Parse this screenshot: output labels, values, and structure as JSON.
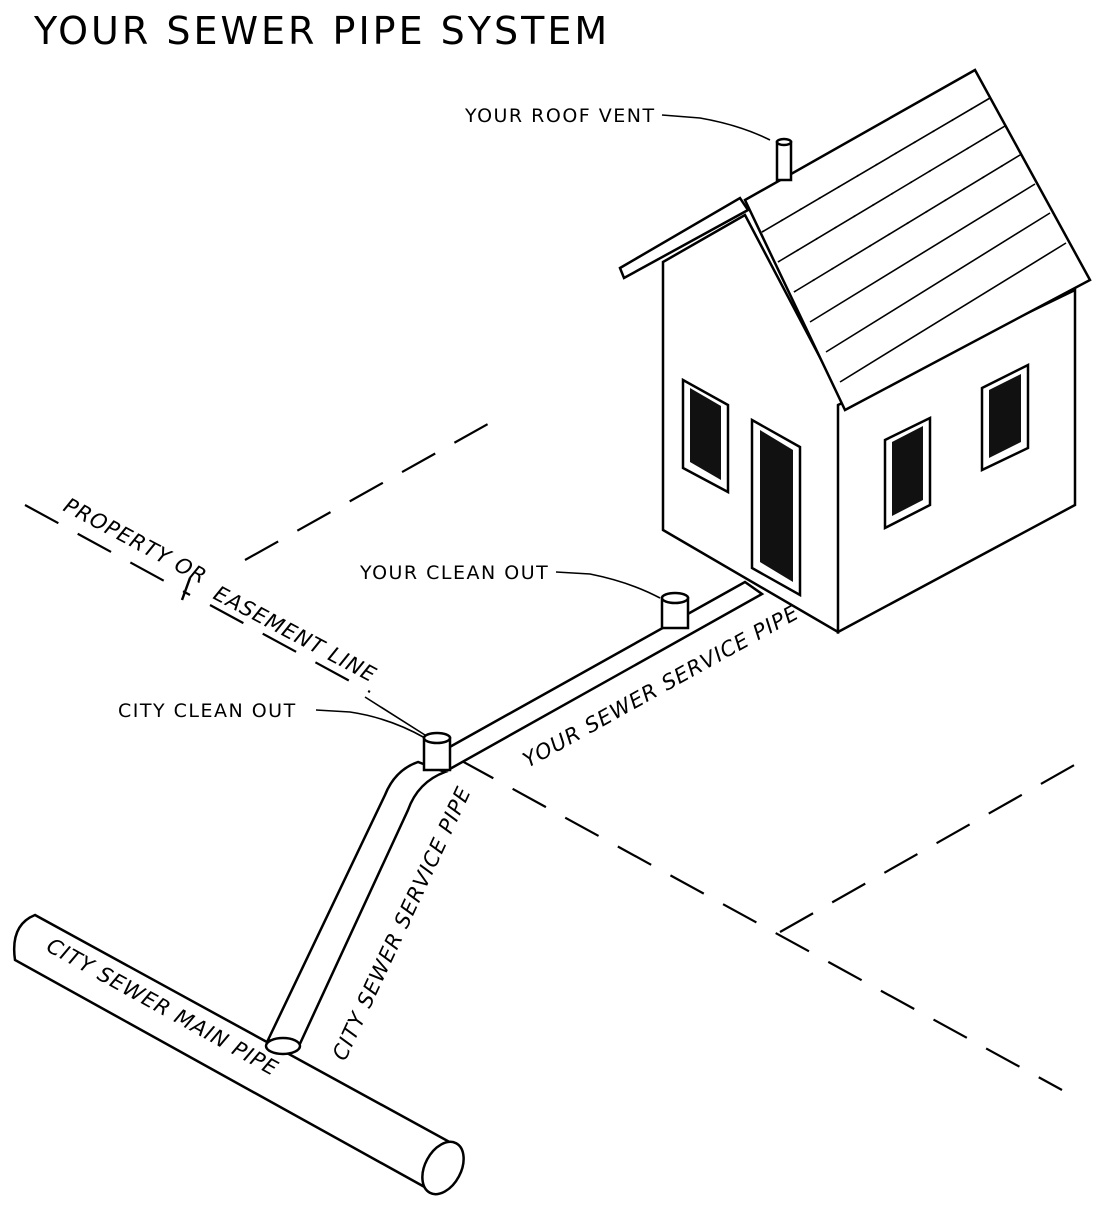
{
  "title": "YOUR SEWER PIPE SYSTEM",
  "labels": {
    "roof_vent": "YOUR ROOF VENT",
    "your_clean_out": "YOUR CLEAN OUT",
    "city_clean_out": "CITY CLEAN OUT",
    "property_line_1": "PROPERTY OR",
    "property_line_2": "EASEMENT LINE",
    "your_service_pipe": "YOUR SEWER SERVICE PIPE",
    "city_service_pipe": "CITY SEWER SERVICE PIPE",
    "city_main_pipe": "CITY SEWER MAIN PIPE"
  },
  "colors": {
    "ink": "#000000",
    "paper": "#ffffff"
  }
}
